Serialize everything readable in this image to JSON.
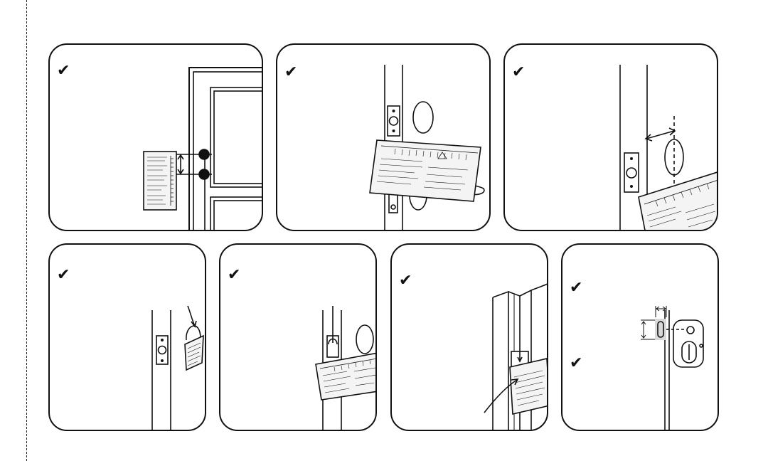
{
  "page": {
    "fold_line": "dashed",
    "accent": "#111111",
    "gauge_fill": "#f4f4f4",
    "highlight_fill": "#d9d9d9"
  },
  "check_glyph": "✔",
  "panels": [
    {
      "id": "door-height",
      "icons": [
        "check-icon",
        "door-icon",
        "template-icon",
        "height-arrow-icon"
      ]
    },
    {
      "id": "template-on-lever",
      "icons": [
        "check-icon",
        "door-edge-icon",
        "strike-plate-icon",
        "lever-icon",
        "template-icon"
      ]
    },
    {
      "id": "backset",
      "icons": [
        "check-icon",
        "door-edge-icon",
        "bore-hole-icon",
        "backset-arrow-icon",
        "template-icon"
      ]
    },
    {
      "id": "edge-bore",
      "icons": [
        "check-icon",
        "door-edge-icon",
        "latch-plate-icon",
        "template-icon"
      ]
    },
    {
      "id": "template-fold",
      "icons": [
        "check-icon",
        "door-edge-icon",
        "template-icon"
      ]
    },
    {
      "id": "frame-strike",
      "icons": [
        "check-icon",
        "door-frame-icon",
        "strike-icon",
        "template-icon"
      ]
    },
    {
      "id": "lock-clearance",
      "icons": [
        "check-icon",
        "check-icon",
        "door-edge-icon",
        "strike-slot-icon",
        "deadbolt-icon"
      ]
    }
  ]
}
